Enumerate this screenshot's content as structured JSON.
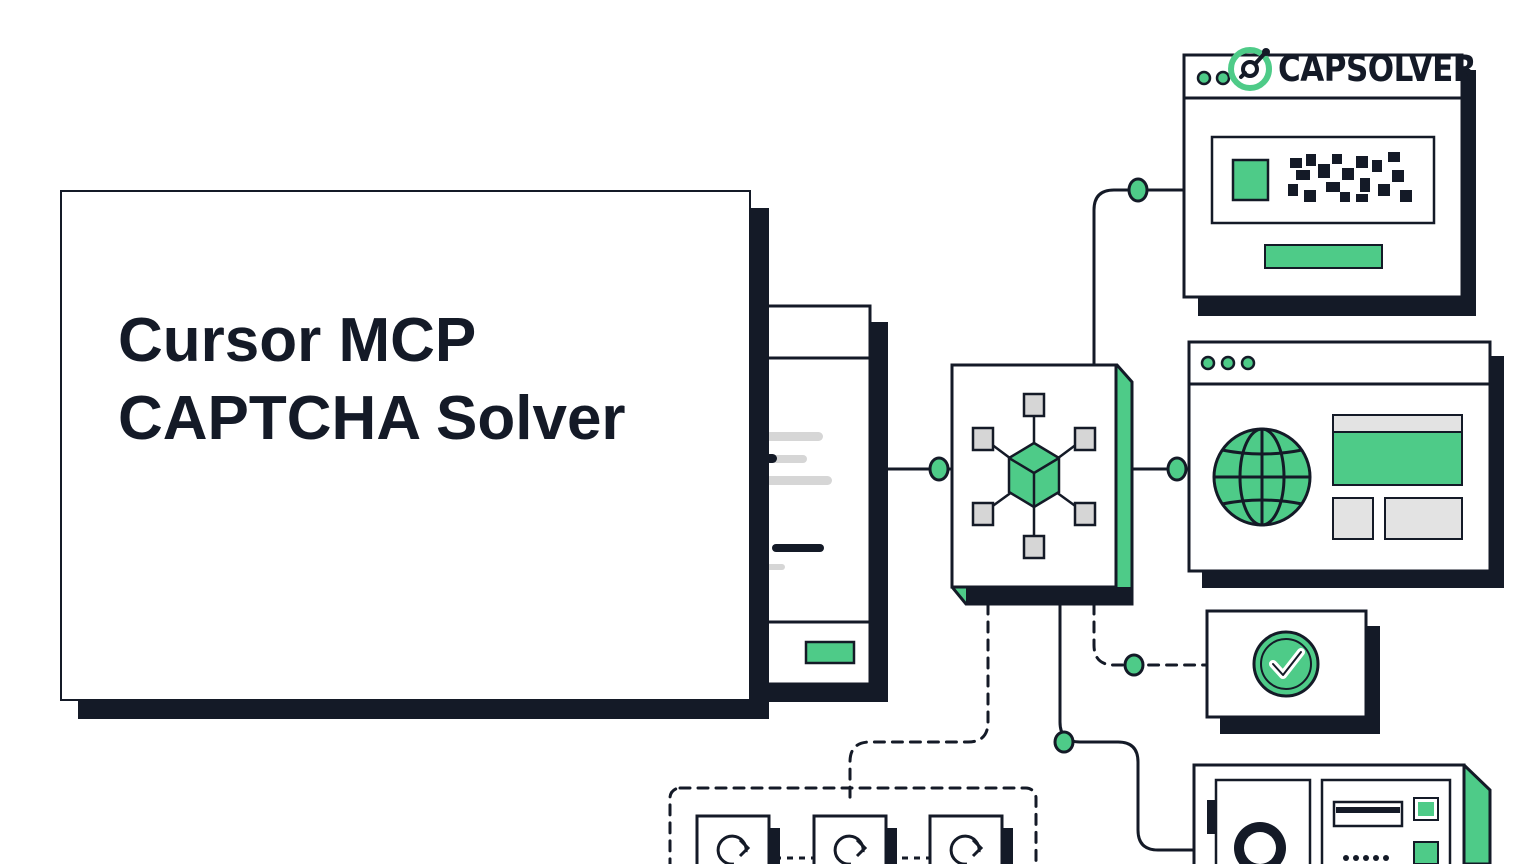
{
  "card": {
    "title_line1": "Cursor MCP",
    "title_line2": "CAPTCHA Solver"
  },
  "brand": {
    "name": "CAPSOLVER",
    "logo_icon": "capsolver-logo-icon"
  },
  "colors": {
    "ink": "#141a27",
    "accent_green": "#4ecb88",
    "panel_gray": "#e3e3e3",
    "line_gray": "#d6d6d6"
  },
  "icons": [
    "globe-icon",
    "checkmark-icon",
    "cube-network-icon",
    "refresh-icon",
    "captcha-distorted-text-icon"
  ]
}
